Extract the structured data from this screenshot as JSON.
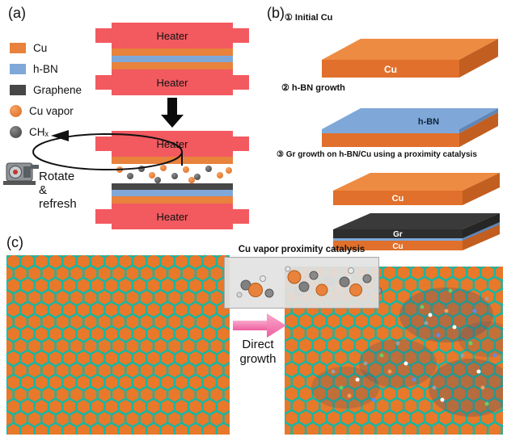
{
  "colors": {
    "cu_orange": "#E8823C",
    "hbn_blue": "#7FA8D9",
    "graphene_gray": "#474747",
    "heater_red": "#F25A60",
    "lattice_teal": "#12B8A6",
    "lattice_orange": "#E8782A",
    "arrow_pink": "#EE5FA0"
  },
  "panel_a": {
    "label": "(a)",
    "legend": [
      {
        "label": "Cu"
      },
      {
        "label": "h-BN"
      },
      {
        "label": "Graphene"
      },
      {
        "label": "Cu vapor"
      },
      {
        "label": "CHₓ"
      }
    ],
    "heater_label": "Heater",
    "rotate_lines": [
      "Rotate",
      "&",
      "refresh"
    ]
  },
  "panel_b": {
    "label": "(b)",
    "steps": [
      {
        "title": "① Initial Cu"
      },
      {
        "title": "② h-BN growth"
      },
      {
        "title": "③ Gr growth on h-BN/Cu using a proximity catalysis"
      }
    ],
    "slab_labels": {
      "cu": "Cu",
      "hbn": "h-BN",
      "gr": "Gr"
    }
  },
  "panel_c": {
    "label": "(c)",
    "inset_title": "Cu vapor proximity catalysis",
    "arrow_lines": [
      "Direct",
      "growth"
    ]
  }
}
